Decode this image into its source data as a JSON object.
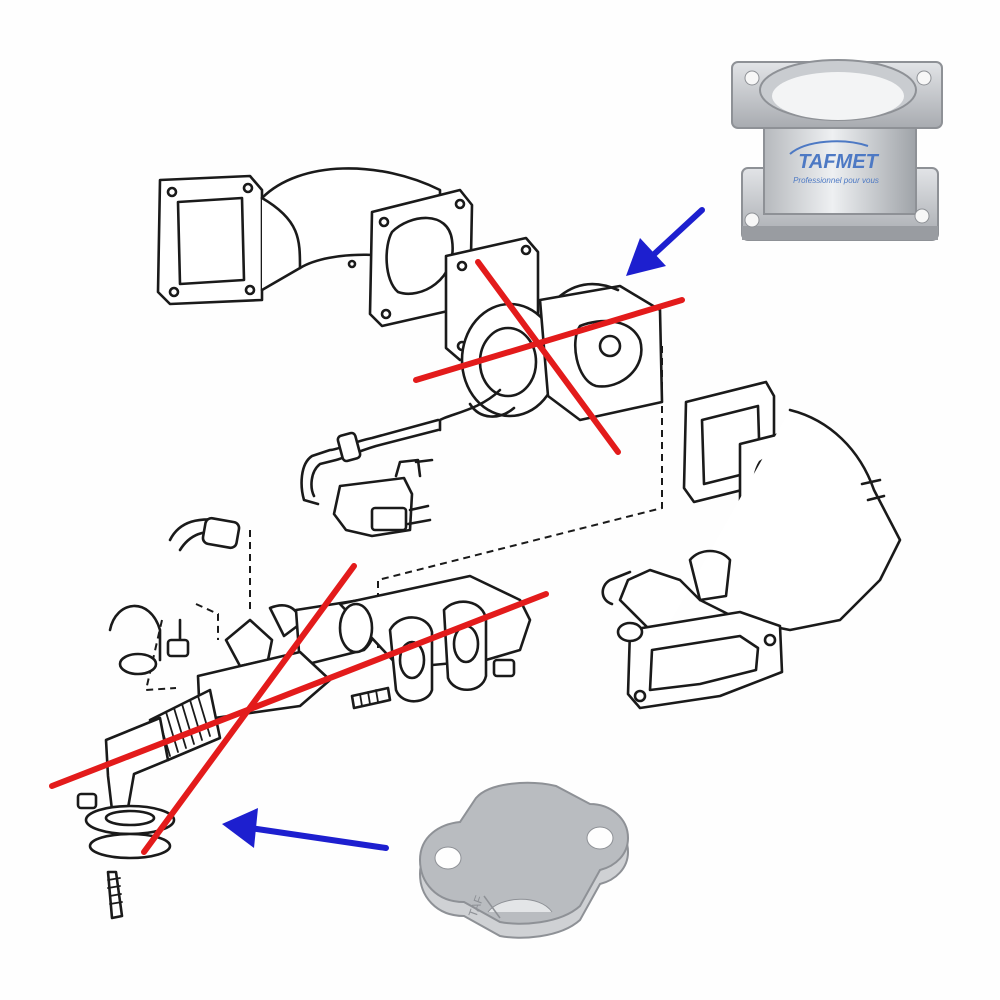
{
  "product_photos": {
    "spacer": {
      "brand_text": "TAFMET",
      "tagline": "Professionnel pour vous"
    },
    "plate": {
      "stamp_text": "TAF"
    }
  },
  "colors": {
    "strike": "#e31b1b",
    "arrow": "#1d1fcf",
    "ink": "#1a1a1a",
    "metal_light": "#d9dbde",
    "metal_dark": "#9a9da2",
    "brand_blue": "#4d79c4"
  },
  "icons": [
    "egr-valve-cross",
    "egr-pipe-cross",
    "blue-arrow-to-valve",
    "blue-arrow-to-pipe"
  ]
}
